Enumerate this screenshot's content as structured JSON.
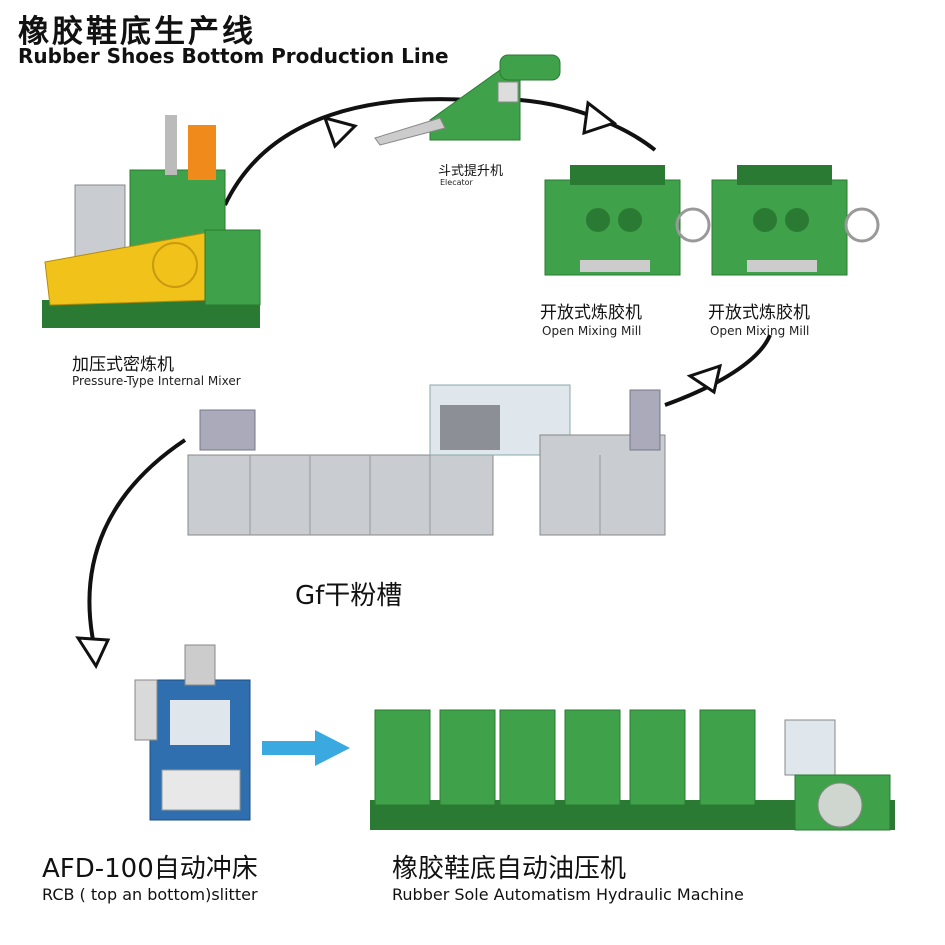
{
  "title": {
    "cn": "橡胶鞋底生产线",
    "en": "Rubber Shoes Bottom Production Line"
  },
  "machines": {
    "mixer": {
      "cn": "加压式密炼机",
      "en": "Pressure-Type Internal Mixer"
    },
    "elevator": {
      "cn": "斗式提升机",
      "en": "Elecator"
    },
    "mill1": {
      "cn": "开放式炼胶机",
      "en": "Open Mixing Mill"
    },
    "mill2": {
      "cn": "开放式炼胶机",
      "en": "Open Mixing Mill"
    },
    "trough": {
      "cn": "Gf干粉槽"
    },
    "slitter": {
      "cn": "AFD-100自动冲床",
      "en": "RCB ( top an bottom)slitter"
    },
    "press": {
      "cn": "橡胶鞋底自动油压机",
      "en": "Rubber Sole Automatism Hydraulic Machine"
    }
  },
  "colors": {
    "machine_green": "#3fa24a",
    "machine_green_dark": "#2a7a33",
    "mixer_yellow": "#f0c21a",
    "steel": "#c9ccd0",
    "slitter_blue": "#2f6fb0",
    "arrow_blue": "#3aa9e0",
    "flow_line": "#111111"
  }
}
